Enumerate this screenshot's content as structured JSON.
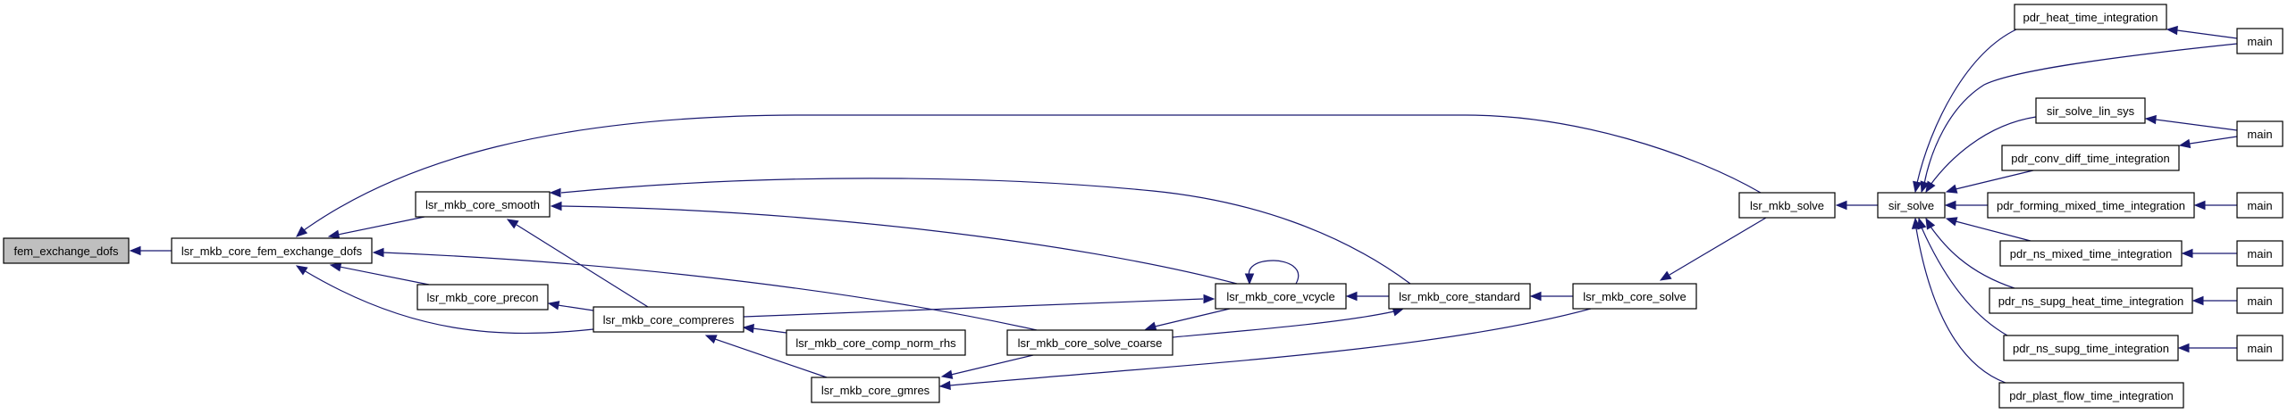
{
  "graph": {
    "type": "caller-graph",
    "edge_color": "#191970",
    "focus_fill": "#bfbfbf",
    "nodes": [
      {
        "id": "fem_exchange_dofs",
        "label": "fem_exchange_dofs",
        "focus": true
      },
      {
        "id": "lsr_mkb_core_fem_exchange_dofs",
        "label": "lsr_mkb_core_fem_exchange_dofs"
      },
      {
        "id": "lsr_mkb_core_smooth",
        "label": "lsr_mkb_core_smooth"
      },
      {
        "id": "lsr_mkb_core_precon",
        "label": "lsr_mkb_core_precon"
      },
      {
        "id": "lsr_mkb_core_compreres",
        "label": "lsr_mkb_core_compreres"
      },
      {
        "id": "lsr_mkb_core_comp_norm_rhs",
        "label": "lsr_mkb_core_comp_norm_rhs"
      },
      {
        "id": "lsr_mkb_core_gmres",
        "label": "lsr_mkb_core_gmres"
      },
      {
        "id": "lsr_mkb_core_solve_coarse",
        "label": "lsr_mkb_core_solve_coarse"
      },
      {
        "id": "lsr_mkb_core_vcycle",
        "label": "lsr_mkb_core_vcycle"
      },
      {
        "id": "lsr_mkb_core_standard",
        "label": "lsr_mkb_core_standard"
      },
      {
        "id": "lsr_mkb_core_solve",
        "label": "lsr_mkb_core_solve"
      },
      {
        "id": "lsr_mkb_solve",
        "label": "lsr_mkb_solve"
      },
      {
        "id": "sir_solve",
        "label": "sir_solve"
      },
      {
        "id": "pdr_heat_time_integration",
        "label": "pdr_heat_time_integration"
      },
      {
        "id": "sir_solve_lin_sys",
        "label": "sir_solve_lin_sys"
      },
      {
        "id": "pdr_conv_diff_time_integration",
        "label": "pdr_conv_diff_time_integration"
      },
      {
        "id": "pdr_forming_mixed_time_integration",
        "label": "pdr_forming_mixed_time_integration"
      },
      {
        "id": "pdr_ns_mixed_time_integration",
        "label": "pdr_ns_mixed_time_integration"
      },
      {
        "id": "pdr_ns_supg_heat_time_integration",
        "label": "pdr_ns_supg_heat_time_integration"
      },
      {
        "id": "pdr_ns_supg_time_integration",
        "label": "pdr_ns_supg_time_integration"
      },
      {
        "id": "pdr_plast_flow_time_integration",
        "label": "pdr_plast_flow_time_integration"
      },
      {
        "id": "main_1",
        "label": "main"
      },
      {
        "id": "main_2",
        "label": "main"
      },
      {
        "id": "main_3",
        "label": "main"
      },
      {
        "id": "main_4",
        "label": "main"
      },
      {
        "id": "main_5",
        "label": "main"
      },
      {
        "id": "main_6",
        "label": "main"
      }
    ],
    "edges": [
      {
        "from": "lsr_mkb_core_fem_exchange_dofs",
        "to": "fem_exchange_dofs"
      },
      {
        "from": "lsr_mkb_solve",
        "to": "lsr_mkb_core_fem_exchange_dofs"
      },
      {
        "from": "lsr_mkb_core_smooth",
        "to": "lsr_mkb_core_fem_exchange_dofs"
      },
      {
        "from": "lsr_mkb_core_solve_coarse",
        "to": "lsr_mkb_core_fem_exchange_dofs"
      },
      {
        "from": "lsr_mkb_core_precon",
        "to": "lsr_mkb_core_fem_exchange_dofs"
      },
      {
        "from": "lsr_mkb_core_compreres",
        "to": "lsr_mkb_core_fem_exchange_dofs"
      },
      {
        "from": "lsr_mkb_core_standard",
        "to": "lsr_mkb_core_smooth"
      },
      {
        "from": "lsr_mkb_core_vcycle",
        "to": "lsr_mkb_core_smooth"
      },
      {
        "from": "lsr_mkb_core_compreres",
        "to": "lsr_mkb_core_smooth"
      },
      {
        "from": "lsr_mkb_core_compreres",
        "to": "lsr_mkb_core_precon"
      },
      {
        "from": "lsr_mkb_core_compreres",
        "to": "lsr_mkb_core_vcycle"
      },
      {
        "from": "lsr_mkb_core_comp_norm_rhs",
        "to": "lsr_mkb_core_compreres"
      },
      {
        "from": "lsr_mkb_core_gmres",
        "to": "lsr_mkb_core_compreres"
      },
      {
        "from": "lsr_mkb_core_solve_coarse",
        "to": "lsr_mkb_core_gmres"
      },
      {
        "from": "lsr_mkb_core_solve",
        "to": "lsr_mkb_core_gmres"
      },
      {
        "from": "lsr_mkb_core_vcycle",
        "to": "lsr_mkb_core_solve_coarse"
      },
      {
        "from": "lsr_mkb_core_solve_coarse",
        "to": "lsr_mkb_core_standard"
      },
      {
        "from": "lsr_mkb_core_vcycle",
        "to": "lsr_mkb_core_vcycle"
      },
      {
        "from": "lsr_mkb_core_standard",
        "to": "lsr_mkb_core_vcycle"
      },
      {
        "from": "lsr_mkb_core_solve",
        "to": "lsr_mkb_core_standard"
      },
      {
        "from": "lsr_mkb_solve",
        "to": "lsr_mkb_core_solve"
      },
      {
        "from": "sir_solve",
        "to": "lsr_mkb_solve"
      },
      {
        "from": "pdr_heat_time_integration",
        "to": "sir_solve"
      },
      {
        "from": "main_1",
        "to": "sir_solve"
      },
      {
        "from": "sir_solve_lin_sys",
        "to": "sir_solve"
      },
      {
        "from": "pdr_conv_diff_time_integration",
        "to": "sir_solve"
      },
      {
        "from": "pdr_forming_mixed_time_integration",
        "to": "sir_solve"
      },
      {
        "from": "pdr_ns_mixed_time_integration",
        "to": "sir_solve"
      },
      {
        "from": "pdr_ns_supg_heat_time_integration",
        "to": "sir_solve"
      },
      {
        "from": "pdr_ns_supg_time_integration",
        "to": "sir_solve"
      },
      {
        "from": "pdr_plast_flow_time_integration",
        "to": "sir_solve"
      },
      {
        "from": "main_1",
        "to": "pdr_heat_time_integration"
      },
      {
        "from": "main_2",
        "to": "sir_solve_lin_sys"
      },
      {
        "from": "main_2",
        "to": "pdr_conv_diff_time_integration"
      },
      {
        "from": "main_3",
        "to": "pdr_forming_mixed_time_integration"
      },
      {
        "from": "main_4",
        "to": "pdr_ns_mixed_time_integration"
      },
      {
        "from": "main_5",
        "to": "pdr_ns_supg_heat_time_integration"
      },
      {
        "from": "main_6",
        "to": "pdr_ns_supg_time_integration"
      }
    ]
  }
}
